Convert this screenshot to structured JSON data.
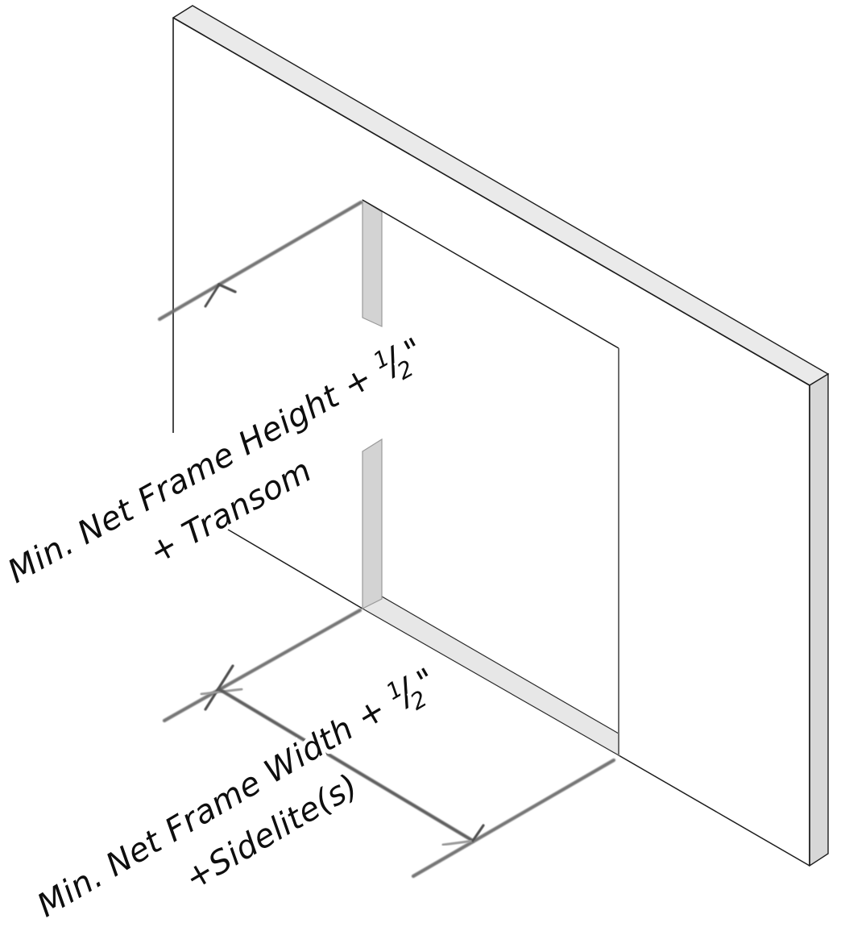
{
  "page": {
    "background": "#ffffff",
    "kind": "isometric wall diagram with rough-opening dimension callouts"
  },
  "diagram": {
    "colors": {
      "wall_top_face": "#eaeaea",
      "wall_end_face": "#d7d7d7",
      "jamb_reveal": "#d3d3d3",
      "sill_reveal": "#e7e7e7",
      "outline": "#1c1c1c",
      "reveal_edge": "#9a9a9a",
      "jamb_line": "#6e6e6e",
      "dimension_line": "#6e6e6e",
      "dimension_dark": "#4f4f4f",
      "tick_light": "#9a9a9a",
      "text": "#0e0e0e"
    },
    "labels": {
      "height": {
        "pre": "Min. Net Frame Height + ",
        "frac_num": "1",
        "frac_slash": "/",
        "frac_den": "2",
        "unit": "\"",
        "line2": "+ Transom"
      },
      "width": {
        "pre": "Min. Net Frame Width + ",
        "frac_num": "1",
        "frac_slash": "/",
        "frac_den": "2",
        "unit": "\"",
        "line2": "+Sidelite(s)"
      }
    }
  }
}
